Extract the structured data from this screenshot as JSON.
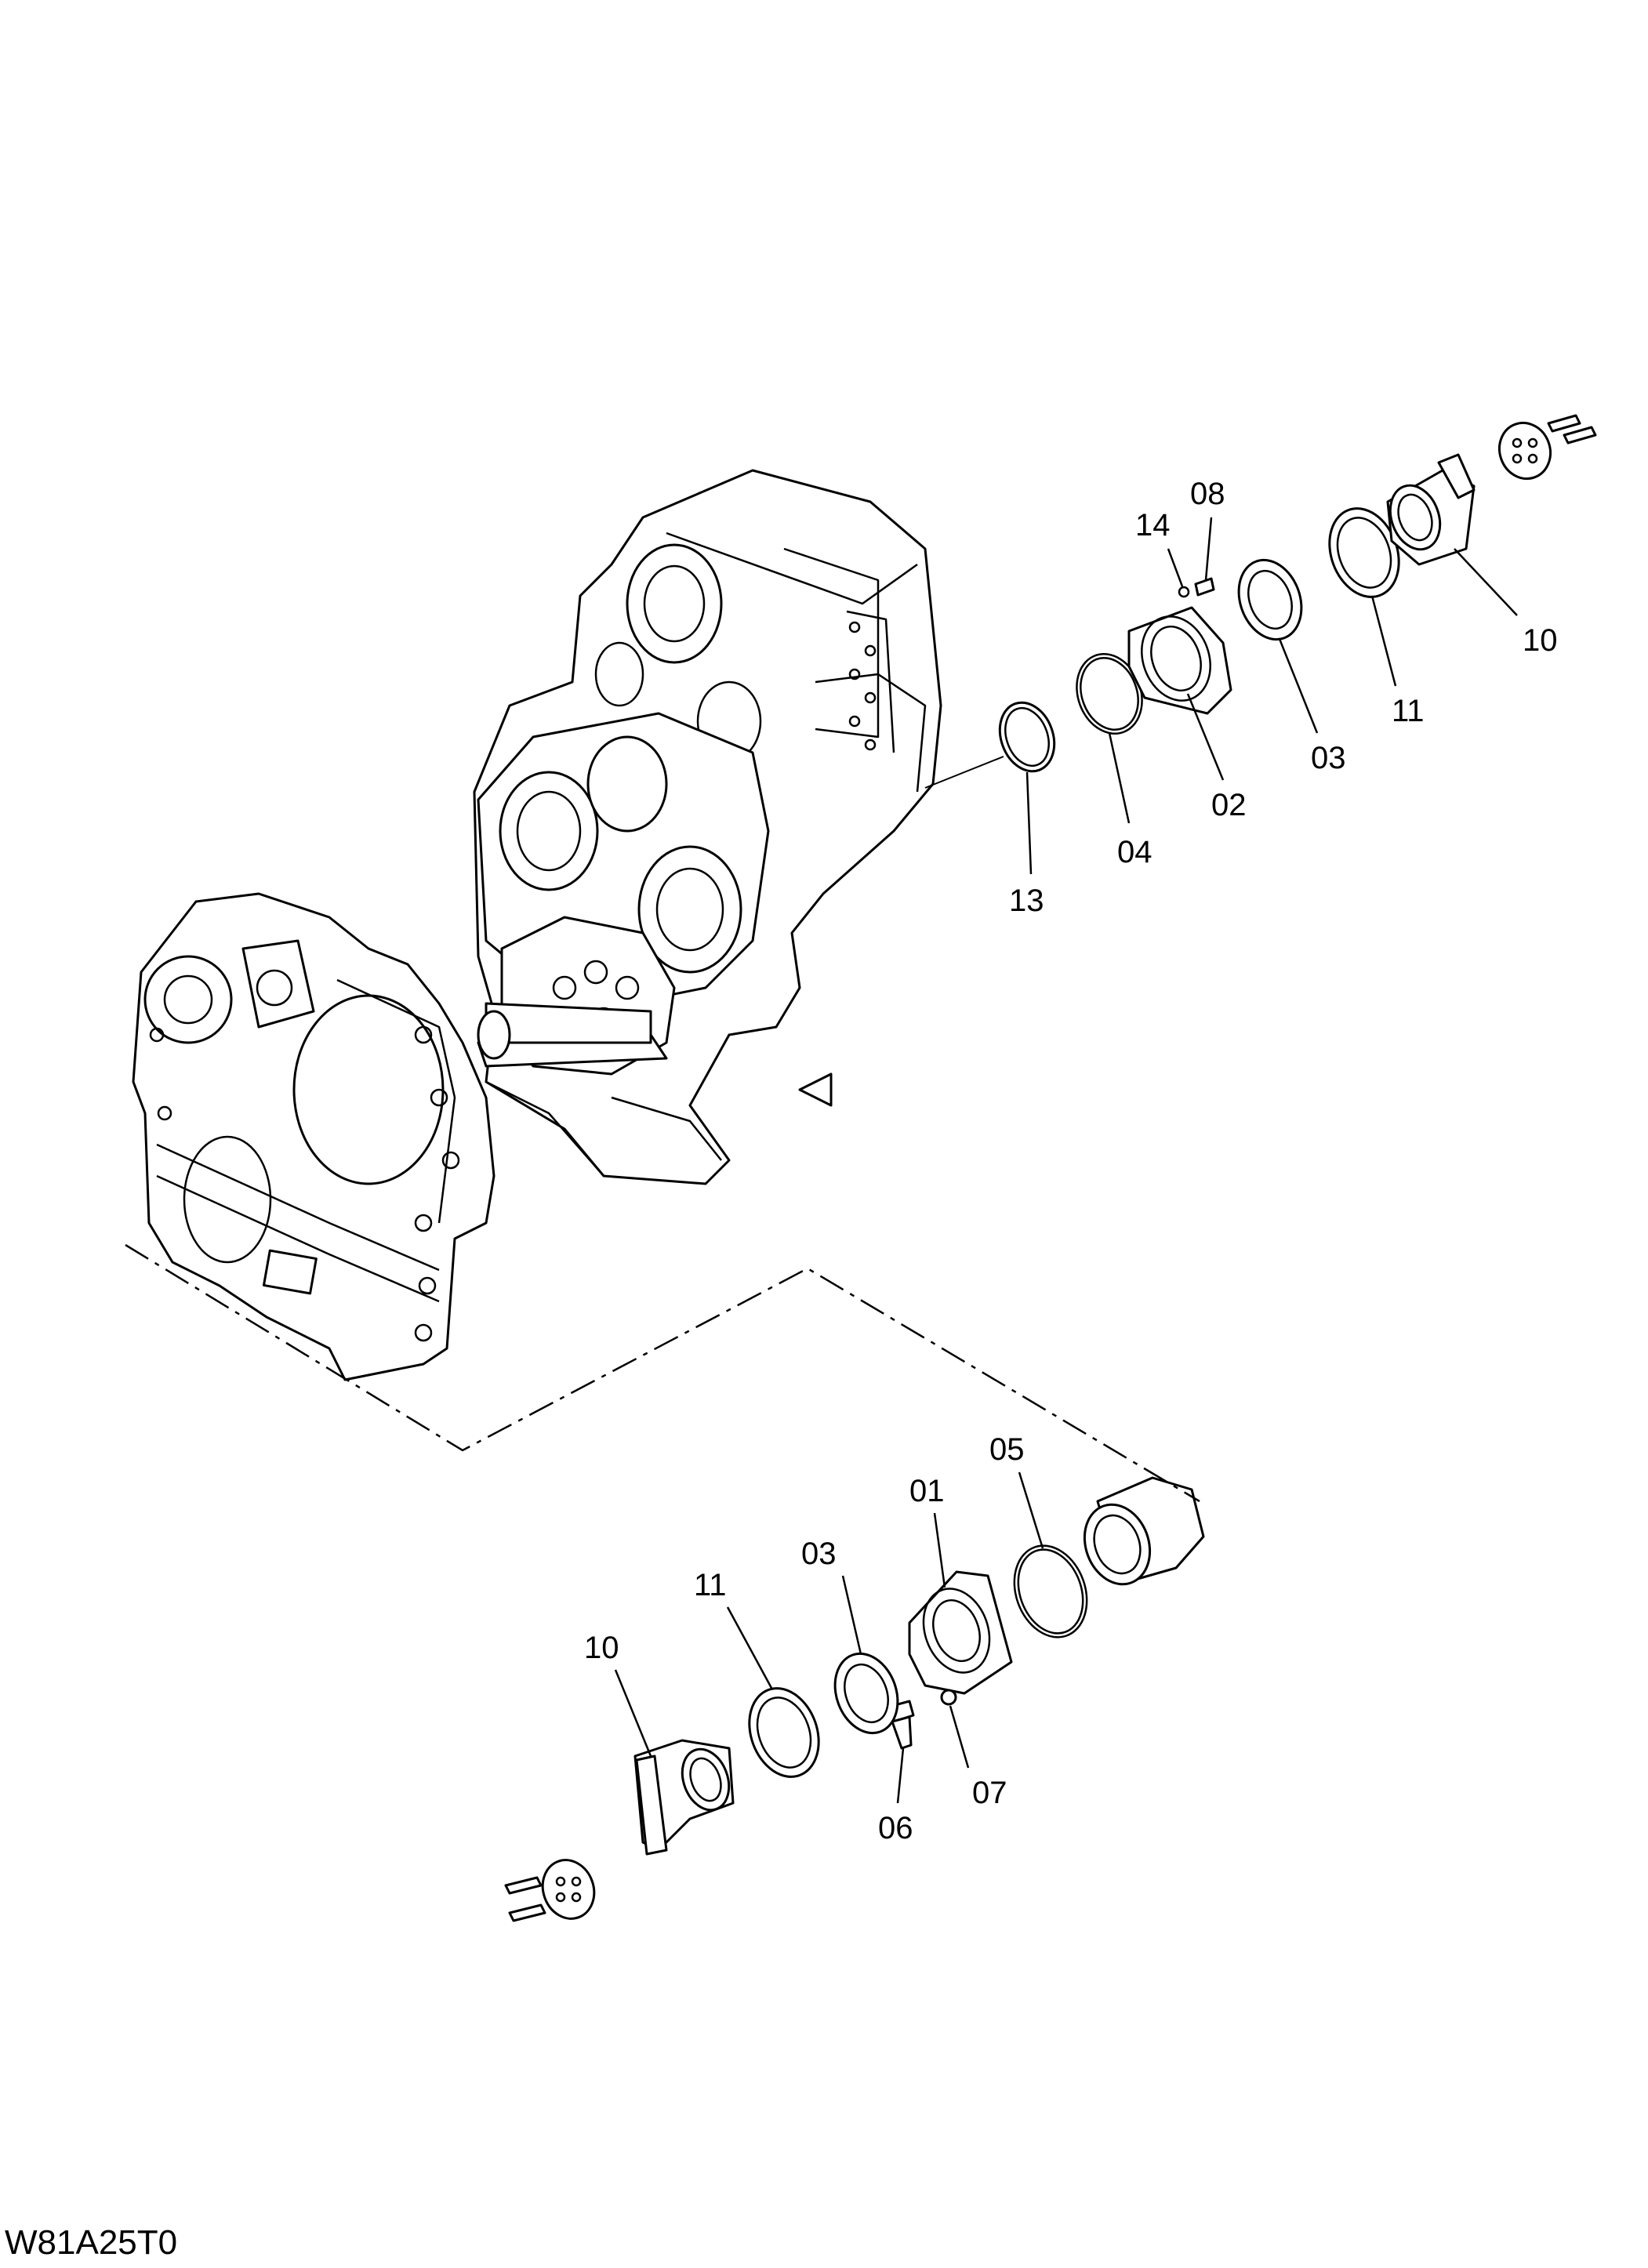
{
  "diagram": {
    "drawing_code": "W81A25T0",
    "callouts_upper": [
      {
        "id": "14",
        "label": "14"
      },
      {
        "id": "08",
        "label": "08"
      },
      {
        "id": "10",
        "label": "10"
      },
      {
        "id": "11",
        "label": "11"
      },
      {
        "id": "03",
        "label": "03"
      },
      {
        "id": "02",
        "label": "02"
      },
      {
        "id": "04",
        "label": "04"
      },
      {
        "id": "13",
        "label": "13"
      }
    ],
    "callouts_lower": [
      {
        "id": "05",
        "label": "05"
      },
      {
        "id": "01",
        "label": "01"
      },
      {
        "id": "03",
        "label": "03"
      },
      {
        "id": "11",
        "label": "11"
      },
      {
        "id": "10",
        "label": "10"
      },
      {
        "id": "07",
        "label": "07"
      },
      {
        "id": "06",
        "label": "06"
      }
    ]
  }
}
